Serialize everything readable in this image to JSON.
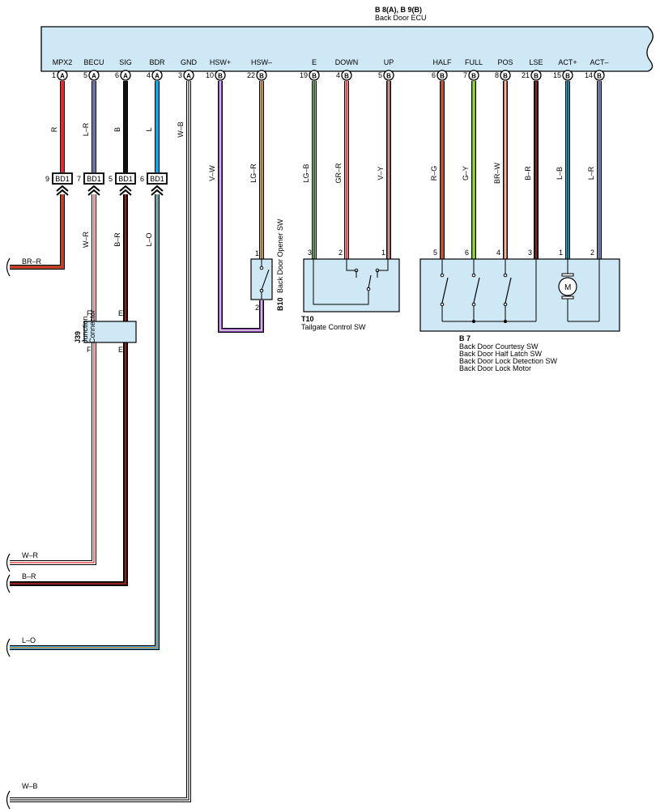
{
  "ecu": {
    "code": "B 8(A), B 9(B)",
    "name": "Back Door ECU",
    "fill": "#cfe8f5",
    "pins": [
      {
        "label": "MPX2",
        "num": "1",
        "conn": "A"
      },
      {
        "label": "BECU",
        "num": "5",
        "conn": "A"
      },
      {
        "label": "SIG",
        "num": "6",
        "conn": "A"
      },
      {
        "label": "BDR",
        "num": "4",
        "conn": "A"
      },
      {
        "label": "GND",
        "num": "3",
        "conn": "A"
      },
      {
        "label": "HSW+",
        "num": "10",
        "conn": "B"
      },
      {
        "label": "HSW–",
        "num": "22",
        "conn": "B"
      },
      {
        "label": "E",
        "num": "19",
        "conn": "B"
      },
      {
        "label": "DOWN",
        "num": "4",
        "conn": "B"
      },
      {
        "label": "UP",
        "num": "5",
        "conn": "B"
      },
      {
        "label": "HALF",
        "num": "6",
        "conn": "B"
      },
      {
        "label": "FULL",
        "num": "7",
        "conn": "B"
      },
      {
        "label": "POS",
        "num": "8",
        "conn": "B"
      },
      {
        "label": "LSE",
        "num": "21",
        "conn": "B"
      },
      {
        "label": "ACT+",
        "num": "15",
        "conn": "B"
      },
      {
        "label": "ACT–",
        "num": "14",
        "conn": "B"
      }
    ]
  },
  "wires": {
    "mpx2": {
      "label": "R",
      "main": "#e8262b",
      "stripe": "#e8262b"
    },
    "becu": {
      "label": "L–R",
      "main": "#35a4dc",
      "stripe": "#e8262b"
    },
    "sig": {
      "label": "B",
      "main": "#111111",
      "stripe": "#111111"
    },
    "bdr": {
      "label": "L",
      "main": "#1aa3e0",
      "stripe": "#1aa3e0"
    },
    "gnd": {
      "label": "W–B",
      "main": "#ffffff",
      "stripe": "#222222"
    },
    "hswp": {
      "label": "V–W",
      "main": "#7b3aa1",
      "stripe": "#ffffff"
    },
    "hswm": {
      "label": "LG–R",
      "main": "#8cc47f",
      "stripe": "#e8262b"
    },
    "e": {
      "label": "LG–B",
      "main": "#8cc47f",
      "stripe": "#222222"
    },
    "down": {
      "label": "GR–R",
      "main": "#d69aa5",
      "stripe": "#e8262b"
    },
    "up": {
      "label": "V–Y",
      "main": "#7b3aa1",
      "stripe": "#f2e600"
    },
    "half": {
      "label": "R–G",
      "main": "#e8262b",
      "stripe": "#3aa84a"
    },
    "full": {
      "label": "G–Y",
      "main": "#3fae3c",
      "stripe": "#f2e600"
    },
    "pos": {
      "label": "BR–W",
      "main": "#a0522d",
      "stripe": "#ffffff"
    },
    "lse": {
      "label": "B–R",
      "main": "#111111",
      "stripe": "#e8262b"
    },
    "actp": {
      "label": "L–B",
      "main": "#35a4dc",
      "stripe": "#222222"
    },
    "actm": {
      "label": "L–R",
      "main": "#35a4dc",
      "stripe": "#e8262b"
    },
    "brr": {
      "label": "BR–R",
      "main": "#a0522d",
      "stripe": "#e8262b"
    },
    "wr": {
      "label": "W–R",
      "main": "#ffffff",
      "stripe": "#e8262b"
    },
    "br": {
      "label": "B–R",
      "main": "#111111",
      "stripe": "#e8262b"
    },
    "lo": {
      "label": "L–O",
      "main": "#35a4dc",
      "stripe": "#f08c1e"
    }
  },
  "bd1": {
    "label": "BD1",
    "pins": [
      {
        "num": "9",
        "label": "BD1"
      },
      {
        "num": "7",
        "label": "BD1"
      },
      {
        "num": "5",
        "label": "BD1"
      },
      {
        "num": "6",
        "label": "BD1"
      }
    ]
  },
  "junction": {
    "code": "J39",
    "name_line1": "Junction",
    "name_line2": "Connector",
    "pin_f": "F",
    "pin_e": "E"
  },
  "b10": {
    "code": "B10",
    "name": "Back Door Opener SW",
    "pin1": "1",
    "pin2": "2"
  },
  "t10": {
    "code": "T10",
    "name": "Tailgate Control SW",
    "pin3": "3",
    "pin2": "2",
    "pin1": "1"
  },
  "b7": {
    "code": "B 7",
    "names": [
      "Back Door Courtesy SW",
      "Back Door Half Latch SW",
      "Back Door Lock Detection SW",
      "Back Door Lock Motor"
    ],
    "pins": [
      "5",
      "6",
      "4",
      "3",
      "1",
      "2"
    ],
    "motor": "M"
  }
}
